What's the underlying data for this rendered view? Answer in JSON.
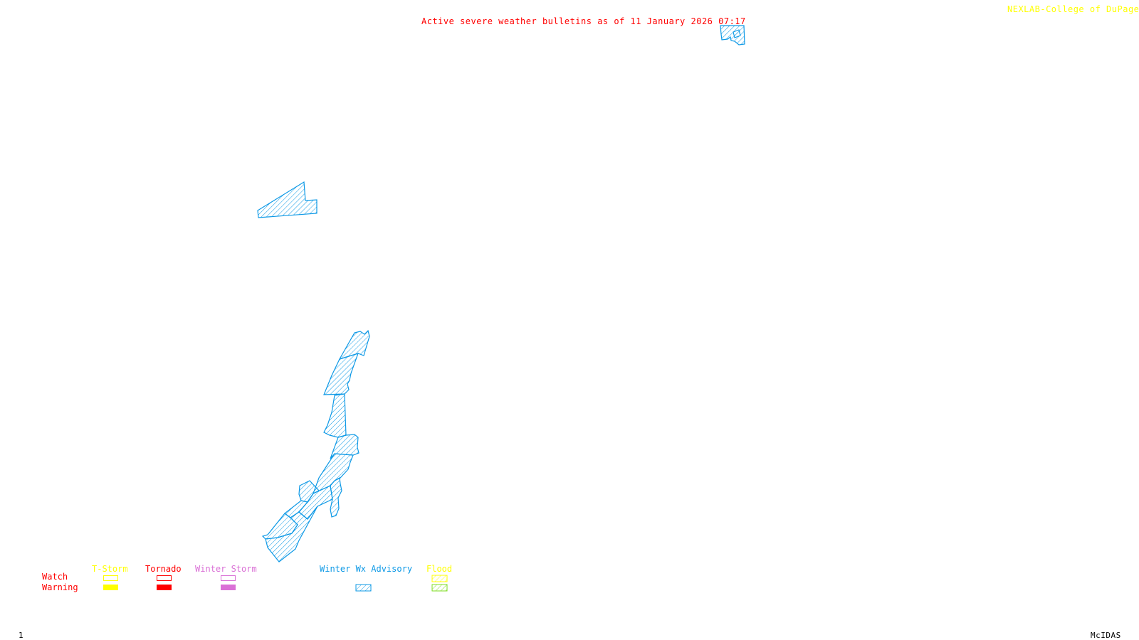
{
  "header": {
    "title": "Active severe weather bulletins as of 11 January 2026 07:17",
    "credit": "NEXLAB-College of DuPage",
    "credit_icon": "cursor-arrow-icon"
  },
  "footer": {
    "frame_number": "1",
    "software": "McIDAS"
  },
  "colors": {
    "title": "#ff0000",
    "credit": "#ffff00",
    "tstorm": "#ffff00",
    "tornado": "#ff0000",
    "winter_storm": "#da70d6",
    "winter_wx_advisory": "#0d99e6",
    "flood_watch": "#ffff00",
    "flood_warning": "#7cdc22"
  },
  "legend": {
    "row_labels": {
      "watch": "Watch",
      "warning": "Warning"
    },
    "categories": [
      {
        "id": "tstorm",
        "label": "T-Storm",
        "watch": "outline",
        "warning": "solid"
      },
      {
        "id": "tornado",
        "label": "Tornado",
        "watch": "outline",
        "warning": "solid"
      },
      {
        "id": "winter_storm",
        "label": "Winter Storm",
        "watch": "outline",
        "warning": "solid"
      },
      {
        "id": "winter_wx_advisory",
        "label": "Winter Wx Advisory",
        "watch": "none",
        "warning": "hatched"
      },
      {
        "id": "flood",
        "label": "Flood",
        "watch": "hatched",
        "warning": "hatched"
      }
    ]
  },
  "active_areas": [
    {
      "type": "Winter Wx Advisory",
      "region": "north-center"
    },
    {
      "type": "Winter Wx Advisory",
      "region": "west"
    },
    {
      "type": "Winter Wx Advisory",
      "region": "southwest-coastal-strip"
    }
  ]
}
